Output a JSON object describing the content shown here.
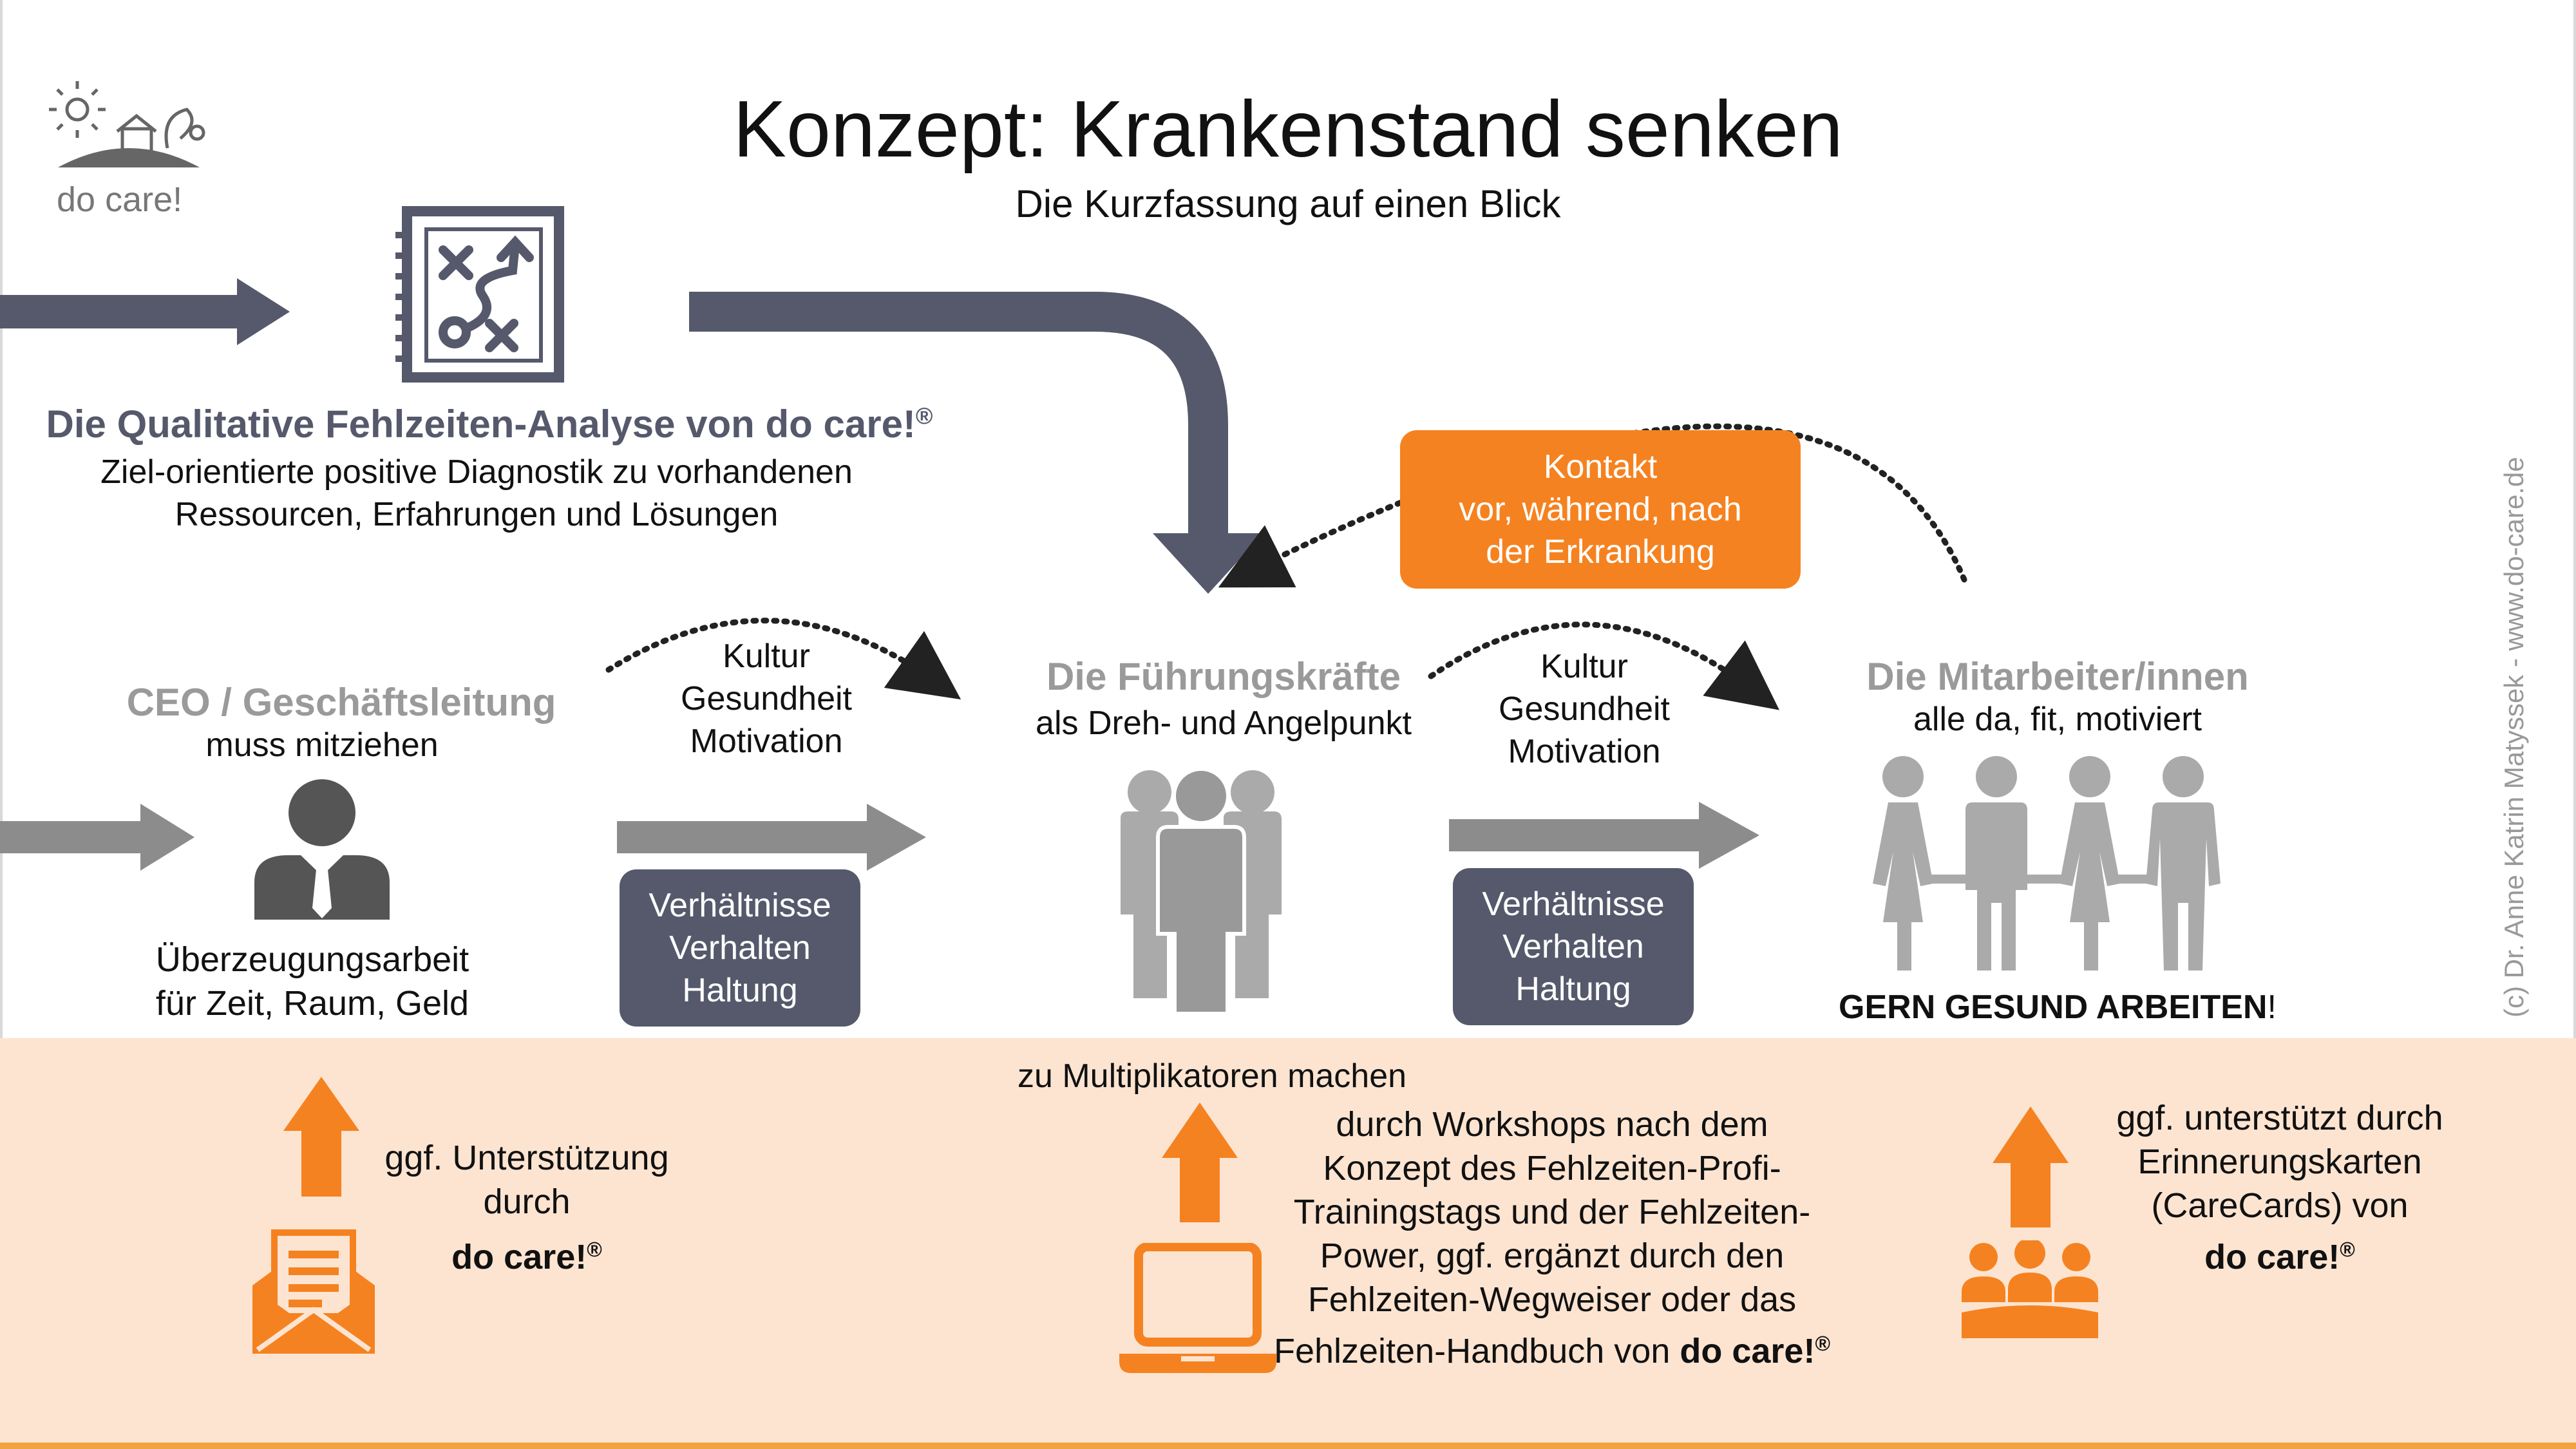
{
  "logo": {
    "text": "do care!"
  },
  "title": "Konzept: Krankenstand senken",
  "subtitle": "Die Kurzfassung auf einen Blick",
  "analysis": {
    "heading": "Die Qualitative Fehlzeiten-Analyse von do care!",
    "reg": "®",
    "desc_line1": "Ziel-orientierte positive Diagnostik zu vorhandenen",
    "desc_line2": "Ressourcen, Erfahrungen und Lösungen"
  },
  "ceo": {
    "heading": "CEO / Geschäftsleitung",
    "sub": "muss mitziehen",
    "desc_line1": "Überzeugungsarbeit",
    "desc_line2": "für Zeit, Raum, Geld"
  },
  "flow1": {
    "line1": "Kultur",
    "line2": "Gesundheit",
    "line3": "Motivation"
  },
  "box1": {
    "line1": "Verhältnisse",
    "line2": "Verhalten",
    "line3": "Haltung"
  },
  "leaders": {
    "heading": "Die Führungskräfte",
    "sub": "als Dreh- und Angelpunkt"
  },
  "flow2": {
    "line1": "Kultur",
    "line2": "Gesundheit",
    "line3": "Motivation"
  },
  "box2": {
    "line1": "Verhältnisse",
    "line2": "Verhalten",
    "line3": "Haltung"
  },
  "employees": {
    "heading": "Die Mitarbeiter/innen",
    "sub": "alle da, fit, motiviert",
    "slogan": "GERN GESUND ARBEITEN",
    "slogan_tail": "!"
  },
  "contact": {
    "line1": "Kontakt",
    "line2": "vor, während, nach",
    "line3": "der Erkrankung"
  },
  "support_left": {
    "line1": "ggf. Unterstützung",
    "line2": "durch",
    "brand": "do care!",
    "reg": "®"
  },
  "multiplier": {
    "line0": "zu Multiplikatoren machen",
    "line1": "durch Workshops nach dem",
    "line2": "Konzept des Fehlzeiten-Profi-",
    "line3": "Trainingstags und der Fehlzeiten-",
    "line4": "Power, ggf. ergänzt durch den",
    "line5": "Fehlzeiten-Wegweiser oder das",
    "line6_pre": "Fehlzeiten-Handbuch von ",
    "brand": "do care!",
    "reg": "®"
  },
  "support_right": {
    "line1": "ggf. unterstützt durch",
    "line2": "Erinnerungskarten",
    "line3": "(CareCards) von",
    "brand": "do care!",
    "reg": "®"
  },
  "copyright": "(c) Dr. Anne Katrin Matyssek - www.do-care.de",
  "colors": {
    "slate": "#55596b",
    "gray": "#9a9a9a",
    "orange": "#f58220",
    "peach": "#fde4d1"
  }
}
